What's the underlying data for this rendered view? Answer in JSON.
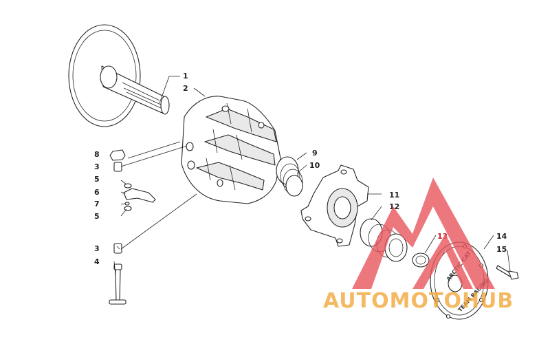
{
  "callouts": [
    {
      "id": "1",
      "label": "1"
    },
    {
      "id": "2",
      "label": "2"
    },
    {
      "id": "3a",
      "label": "3"
    },
    {
      "id": "3b",
      "label": "3"
    },
    {
      "id": "4",
      "label": "4"
    },
    {
      "id": "5a",
      "label": "5"
    },
    {
      "id": "5b",
      "label": "5"
    },
    {
      "id": "6",
      "label": "6"
    },
    {
      "id": "7",
      "label": "7"
    },
    {
      "id": "8",
      "label": "8"
    },
    {
      "id": "9",
      "label": "9"
    },
    {
      "id": "10",
      "label": "10"
    },
    {
      "id": "11",
      "label": "11"
    },
    {
      "id": "12",
      "label": "12"
    },
    {
      "id": "13",
      "label": "13"
    },
    {
      "id": "14",
      "label": "14"
    },
    {
      "id": "15",
      "label": "15"
    }
  ],
  "cover_stamp": {
    "line1": "ARCTIC CAT",
    "line2": "TEAM RACING"
  },
  "watermark": {
    "text": "AUTOMOTOHUB",
    "color_orange": "#f2a83b",
    "color_red": "#e8575f",
    "color_gray": "#9a9a9a"
  },
  "colors": {
    "line": "#222222",
    "highlight": "#c42828"
  }
}
